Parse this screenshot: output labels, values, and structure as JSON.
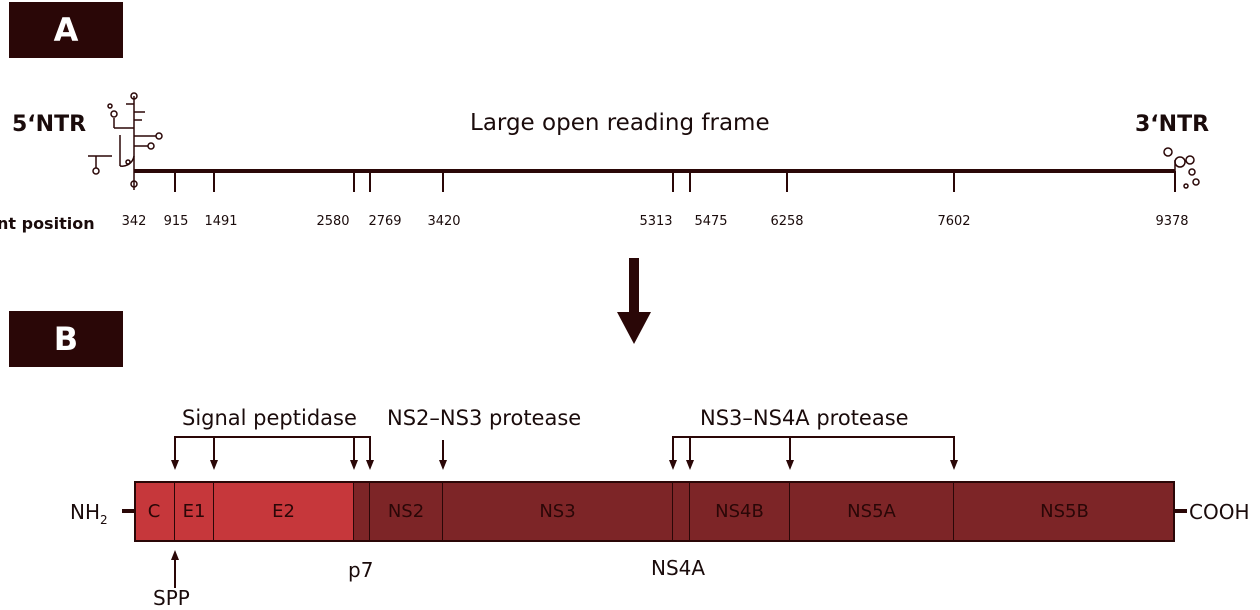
{
  "panels": {
    "a_label": "A",
    "b_label": "B"
  },
  "genome": {
    "five_ntr": "5‘NTR",
    "three_ntr": "3‘NTR",
    "orf_label": "Large open reading frame",
    "position_title": "nt position",
    "positions": [
      "342",
      "915",
      "1491",
      "2580",
      "2769",
      "3420",
      "5313",
      "5475",
      "6258",
      "7602",
      "9378"
    ]
  },
  "polyprotein": {
    "n_terminus": "NH",
    "n_terminus_sub": "2",
    "c_terminus": "COOH",
    "segments": [
      {
        "name": "C",
        "color": "#c6373b"
      },
      {
        "name": "E1",
        "color": "#c6373b"
      },
      {
        "name": "E2",
        "color": "#c6373b"
      },
      {
        "name": "",
        "color": "#7d2527"
      },
      {
        "name": "NS2",
        "color": "#7d2527"
      },
      {
        "name": "NS3",
        "color": "#7d2527"
      },
      {
        "name": "",
        "color": "#7d2527"
      },
      {
        "name": "NS4B",
        "color": "#7d2527"
      },
      {
        "name": "NS5A",
        "color": "#7d2527"
      },
      {
        "name": "NS5B",
        "color": "#7d2527"
      }
    ],
    "p7_label": "p7",
    "ns4a_label": "NS4A",
    "spp_label": "SPP"
  },
  "proteases": {
    "signal_peptidase": "Signal peptidase",
    "ns2_ns3": "NS2–NS3 protease",
    "ns3_ns4a": "NS3–NS4A protease"
  },
  "colors": {
    "structural": "#c6373b",
    "nonstructural": "#7d2527",
    "line": "#2a0707"
  }
}
